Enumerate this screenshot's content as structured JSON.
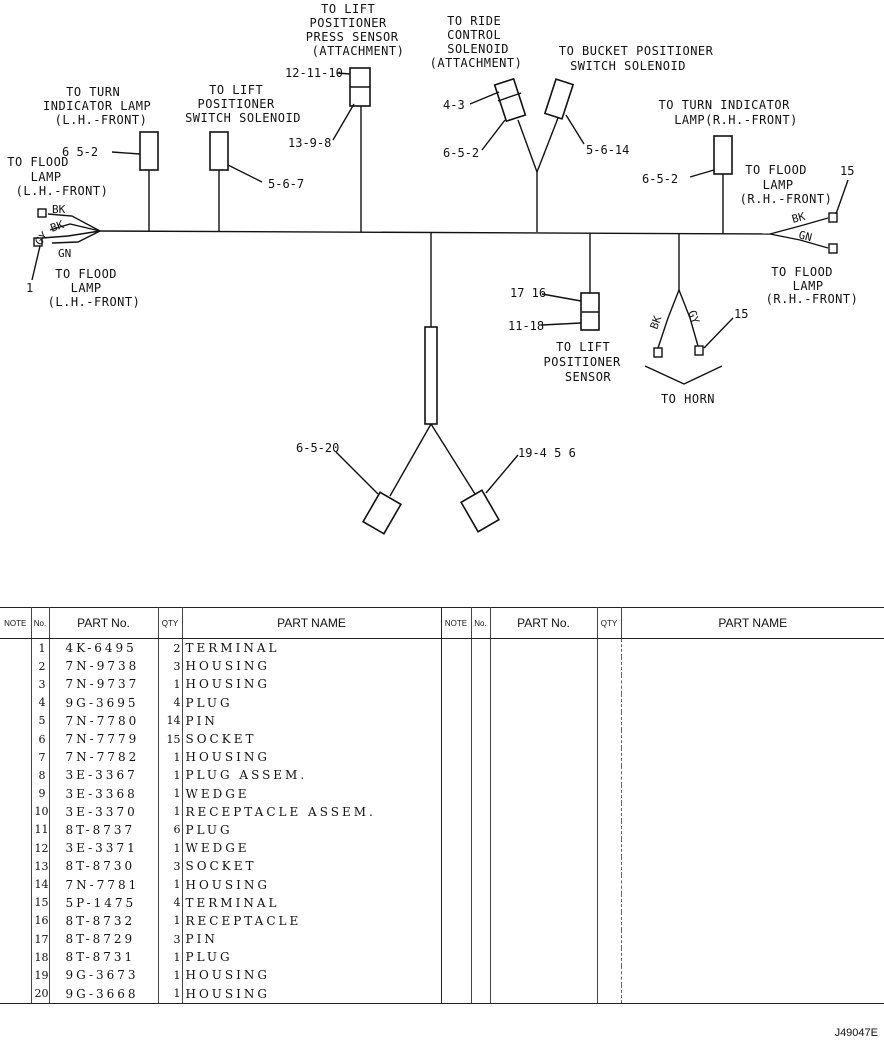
{
  "diagram": {
    "labels": {
      "turn_lh": [
        "TO TURN",
        "INDICATOR LAMP",
        "(L.H.-FRONT)"
      ],
      "flood_lh_top": [
        "TO FLOOD",
        "LAMP",
        "(L.H.-FRONT)"
      ],
      "flood_lh_bottom": [
        "TO FLOOD",
        "LAMP",
        "(L.H.-FRONT)"
      ],
      "lift_sw": [
        "TO LIFT",
        "POSITIONER",
        "SWITCH SOLENOID"
      ],
      "lift_press": [
        "TO LIFT",
        "POSITIONER",
        "PRESS SENSOR",
        "(ATTACHMENT)"
      ],
      "ride": [
        "TO RIDE",
        "CONTROL",
        "SOLENOID",
        "(ATTACHMENT)"
      ],
      "bucket": [
        "TO BUCKET POSITIONER",
        "SWITCH SOLENOID"
      ],
      "turn_rh": [
        "TO TURN INDICATOR",
        "LAMP(R.H.-FRONT)"
      ],
      "flood_rh_top": [
        "TO FLOOD",
        "LAMP",
        "(R.H.-FRONT)"
      ],
      "flood_rh_bottom": [
        "TO FLOOD",
        "LAMP",
        "(R.H.-FRONT)"
      ],
      "lift_sensor": [
        "TO LIFT",
        "POSITIONER",
        "SENSOR"
      ],
      "horn": "TO HORN"
    },
    "refs": {
      "r_652_lh": "6 5-2",
      "r_567": "5-6-7",
      "r_121110": "12-11-10",
      "r_1398": "13-9-8",
      "r_43": "4-3",
      "r_652_ride": "6-5-2",
      "r_5614": "5-6-14",
      "r_652_rh": "6-5-2",
      "r_15_rh": "15",
      "r_1_lh": "1",
      "r_1716": "17 16",
      "r_1118": "11-18",
      "r_15_horn": "15",
      "r_6520": "6-5-20",
      "r_19456": "19-4 5 6"
    },
    "wires": {
      "bk": "BK",
      "gn": "GN",
      "gy": "GY"
    }
  },
  "table": {
    "headers": {
      "note": "NOTE",
      "no": "No.",
      "part_no": "PART No.",
      "qty": "QTY",
      "part_name": "PART NAME",
      "qty_right": "QTY"
    },
    "rows": [
      {
        "no": "1",
        "part_no": "4K-6495",
        "qty": "2",
        "name": "TERMINAL"
      },
      {
        "no": "2",
        "part_no": "7N-9738",
        "qty": "3",
        "name": "HOUSING"
      },
      {
        "no": "3",
        "part_no": "7N-9737",
        "qty": "1",
        "name": "HOUSING"
      },
      {
        "no": "4",
        "part_no": "9G-3695",
        "qty": "4",
        "name": "PLUG"
      },
      {
        "no": "5",
        "part_no": "7N-7780",
        "qty": "14",
        "name": "PIN"
      },
      {
        "no": "6",
        "part_no": "7N-7779",
        "qty": "15",
        "name": "SOCKET"
      },
      {
        "no": "7",
        "part_no": "7N-7782",
        "qty": "1",
        "name": "HOUSING"
      },
      {
        "no": "8",
        "part_no": "3E-3367",
        "qty": "1",
        "name": "PLUG ASSEM."
      },
      {
        "no": "9",
        "part_no": "3E-3368",
        "qty": "1",
        "name": "WEDGE"
      },
      {
        "no": "10",
        "part_no": "3E-3370",
        "qty": "1",
        "name": "RECEPTACLE ASSEM."
      },
      {
        "no": "11",
        "part_no": "8T-8737",
        "qty": "6",
        "name": "PLUG"
      },
      {
        "no": "12",
        "part_no": "3E-3371",
        "qty": "1",
        "name": "WEDGE"
      },
      {
        "no": "13",
        "part_no": "8T-8730",
        "qty": "3",
        "name": "SOCKET"
      },
      {
        "no": "14",
        "part_no": "7N-7781",
        "qty": "1",
        "name": "HOUSING"
      },
      {
        "no": "15",
        "part_no": "5P-1475",
        "qty": "4",
        "name": "TERMINAL"
      },
      {
        "no": "16",
        "part_no": "8T-8732",
        "qty": "1",
        "name": "RECEPTACLE"
      },
      {
        "no": "17",
        "part_no": "8T-8729",
        "qty": "3",
        "name": "PIN"
      },
      {
        "no": "18",
        "part_no": "8T-8731",
        "qty": "1",
        "name": "PLUG"
      },
      {
        "no": "19",
        "part_no": "9G-3673",
        "qty": "1",
        "name": "HOUSING"
      },
      {
        "no": "20",
        "part_no": "9G-3668",
        "qty": "1",
        "name": "HOUSING"
      }
    ]
  },
  "ref_code": "J49047E"
}
